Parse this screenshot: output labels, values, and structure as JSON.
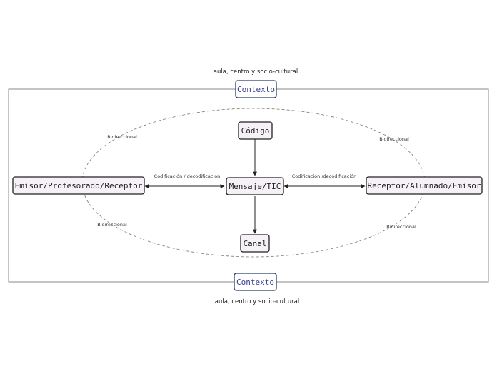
{
  "diagram": {
    "context_top": {
      "label": "Contexto",
      "caption": "aula, centro y socio-cultural"
    },
    "context_bottom": {
      "label": "Contexto",
      "caption": "aula, centro y socio-cultural"
    },
    "nodes": {
      "codigo": "Código",
      "mensaje": "Mensaje/TIC",
      "canal": "Canal",
      "emisor": "Emisor/Profesorado/Receptor",
      "receptor": "Receptor/Alumnado/Emisor"
    },
    "edge_labels": {
      "left": "Codificación / decodificación",
      "right": "Codificación /decodificación"
    },
    "bidirectional_labels": {
      "top_left": "Bidireccional",
      "top_right": "Bidireccional",
      "bottom_left": "Bidireccional",
      "bottom_right": "Bidireccional"
    }
  }
}
